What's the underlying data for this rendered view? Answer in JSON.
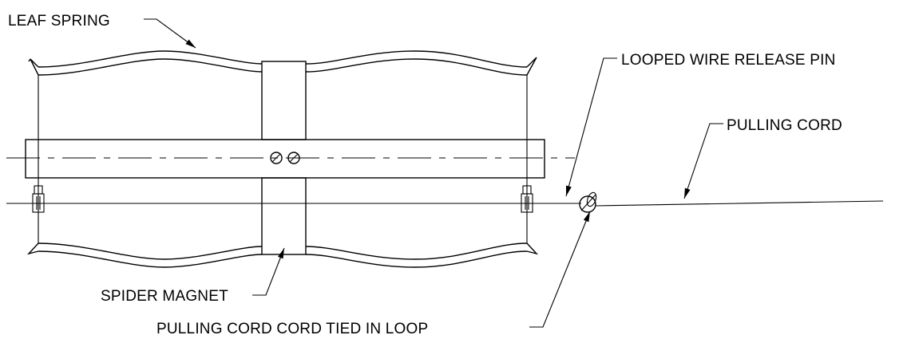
{
  "diagram": {
    "labels": {
      "leaf_spring": "LEAF SPRING",
      "looped_wire_release_pin": "LOOPED WIRE RELEASE PIN",
      "pulling_cord": "PULLING CORD",
      "spider_magnet": "SPIDER MAGNET",
      "pulling_cord_tied_in_loop": "PULLING CORD CORD TIED IN LOOP"
    }
  }
}
